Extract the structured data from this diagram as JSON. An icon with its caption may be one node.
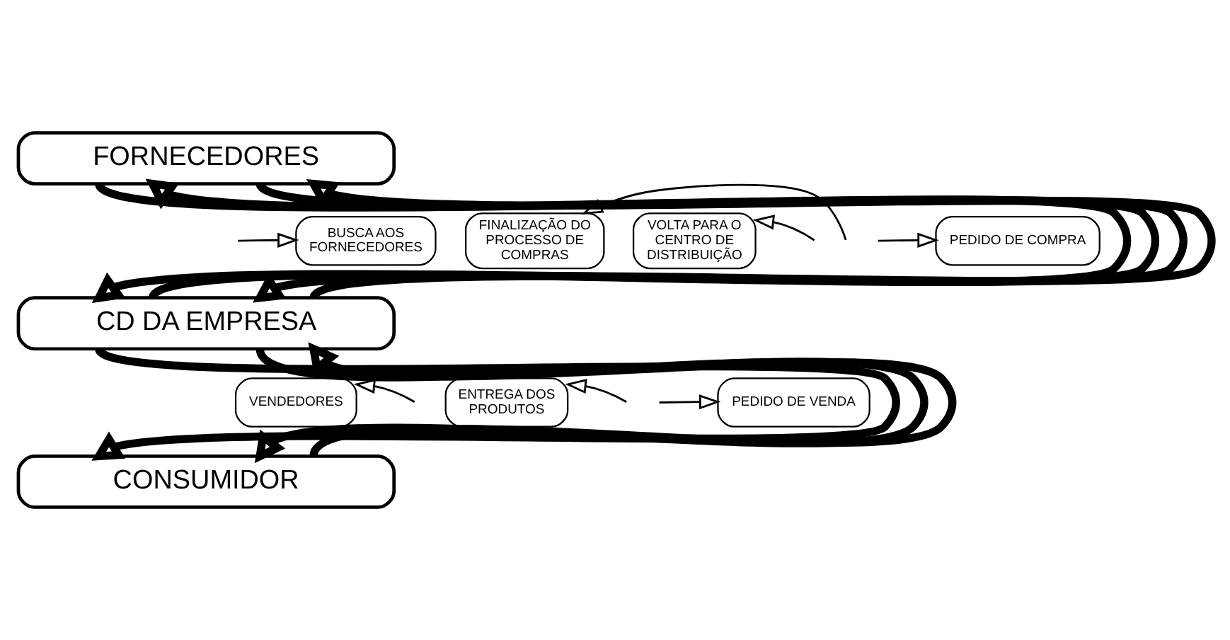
{
  "diagram": {
    "nodes": [
      {
        "text": [
          "FORNECEDORES"
        ]
      },
      {
        "text": [
          "CD DA EMPRESA"
        ]
      },
      {
        "text": [
          "CONSUMIDOR"
        ]
      },
      {
        "text": [
          "VOLTA PARA O CENTRO DE DISTRIBUIÇÃO"
        ]
      },
      {
        "text": [
          "BUSCA AOS FORNECEDORES"
        ]
      },
      {
        "text": [
          "FINALIZAÇÃO DO PROCESSO DE COMPRAS"
        ]
      },
      {
        "text": [
          "PEDIDO DE COMPRA"
        ]
      },
      {
        "text": [
          "VENDEDORES"
        ]
      },
      {
        "text": [
          "PEDIDO DE VENDA"
        ]
      },
      {
        "text": [
          "ENTREGA DOS PRODUTOS"
        ]
      }
    ],
    "edges": [
      {
        "from": 0,
        "to": 1,
        "arrow": "to",
        "style": "thick"
      },
      {
        "from": 1,
        "to": 0,
        "arrow": "to",
        "style": "thick"
      },
      {
        "from": 0,
        "to": 1,
        "arrow": "to",
        "style": "thick"
      },
      {
        "from": 1,
        "to": 0,
        "arrow": "to",
        "style": "thick"
      },
      {
        "from": 1,
        "to": 2,
        "arrow": "to",
        "style": "thick"
      },
      {
        "from": 1,
        "to": 2,
        "arrow": "to",
        "style": "thick"
      },
      {
        "from": 2,
        "to": 1,
        "arrow": "to",
        "style": "thick"
      },
      {
        "from": null,
        "to": 3,
        "arrow": "to"
      },
      {
        "from": null,
        "to": 4,
        "arrow": "to"
      },
      {
        "from": null,
        "to": 5,
        "arrow": "to"
      },
      {
        "from": null,
        "to": 6,
        "arrow": "to"
      },
      {
        "from": null,
        "to": 7,
        "arrow": "to"
      },
      {
        "from": null,
        "to": 8,
        "arrow": "to"
      },
      {
        "from": null,
        "to": 9,
        "arrow": "to"
      }
    ]
  }
}
